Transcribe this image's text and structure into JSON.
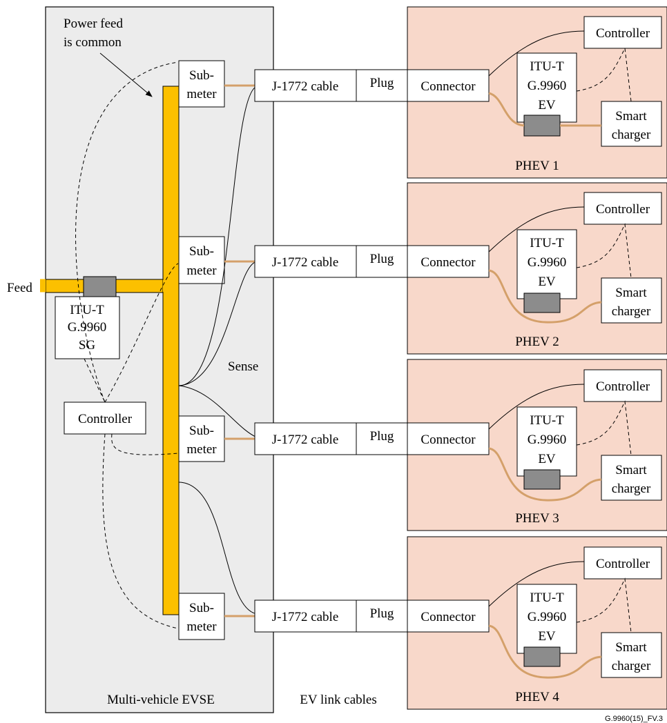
{
  "evse": {
    "label": "Multi-vehicle EVSE",
    "power_feed_note": [
      "Power feed",
      "is common"
    ],
    "feed_label": "Feed",
    "sg_modem": [
      "ITU-T",
      "G.9960",
      "SG"
    ],
    "controller": "Controller",
    "sense_label": "Sense",
    "submeters": [
      {
        "lines": [
          "Sub-",
          "meter"
        ]
      },
      {
        "lines": [
          "Sub-",
          "meter"
        ]
      },
      {
        "lines": [
          "Sub-",
          "meter"
        ]
      },
      {
        "lines": [
          "Sub-",
          "meter"
        ]
      }
    ]
  },
  "links": {
    "label": "EV link cables",
    "rows": [
      {
        "cable": "J-1772 cable",
        "plug": "Plug"
      },
      {
        "cable": "J-1772 cable",
        "plug": "Plug"
      },
      {
        "cable": "J-1772 cable",
        "plug": "Plug"
      },
      {
        "cable": "J-1772 cable",
        "plug": "Plug"
      }
    ]
  },
  "vehicles": [
    {
      "name": "PHEV 1",
      "connector": "Connector",
      "controller": "Controller",
      "modem": [
        "ITU-T",
        "G.9960",
        "EV"
      ],
      "charger": [
        "Smart",
        "charger"
      ]
    },
    {
      "name": "PHEV 2",
      "connector": "Connector",
      "controller": "Controller",
      "modem": [
        "ITU-T",
        "G.9960",
        "EV"
      ],
      "charger": [
        "Smart",
        "charger"
      ]
    },
    {
      "name": "PHEV 3",
      "connector": "Connector",
      "controller": "Controller",
      "modem": [
        "ITU-T",
        "G.9960",
        "EV"
      ],
      "charger": [
        "Smart",
        "charger"
      ]
    },
    {
      "name": "PHEV 4",
      "connector": "Connector",
      "controller": "Controller",
      "modem": [
        "ITU-T",
        "G.9960",
        "EV"
      ],
      "charger": [
        "Smart",
        "charger"
      ]
    }
  ],
  "figure_id": "G.9960(15)_FV.3",
  "colors": {
    "evse_bg": "#ececec",
    "vehicle_bg": "#f8d8ca",
    "bus": "#fcc000",
    "power_line": "#d4a06a",
    "modem_block": "#8c8c8c"
  }
}
